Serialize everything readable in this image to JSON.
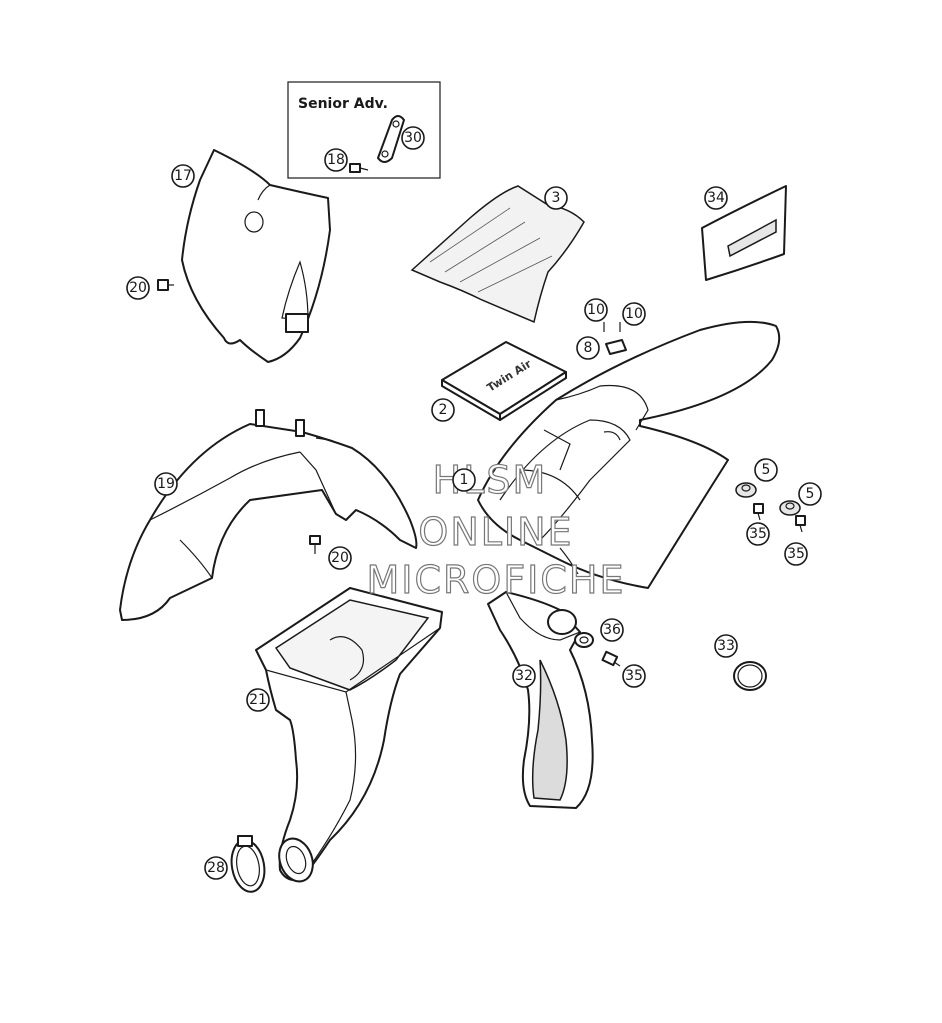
{
  "inset": {
    "title": "Senior Adv."
  },
  "parts_label": {
    "twin_air": "Twin Air"
  },
  "watermark": {
    "line1": "HLSM",
    "line2": "ONLINE",
    "line3": "MICROFICHE"
  },
  "callouts": {
    "c30": "30",
    "c18": "18",
    "c17": "17",
    "c20a": "20",
    "c3": "3",
    "c34": "34",
    "c10a": "10",
    "c10b": "10",
    "c8": "8",
    "c2": "2",
    "c1": "1",
    "c19": "19",
    "c5a": "5",
    "c5b": "5",
    "c35a": "35",
    "c35b": "35",
    "c20b": "20",
    "c36": "36",
    "c35c": "35",
    "c32": "32",
    "c33": "33",
    "c21": "21",
    "c28": "28"
  },
  "colors": {
    "line": "#1a1a1a",
    "shade": "#e6e6e6",
    "background": "#ffffff",
    "watermark_outline": "#777777"
  }
}
